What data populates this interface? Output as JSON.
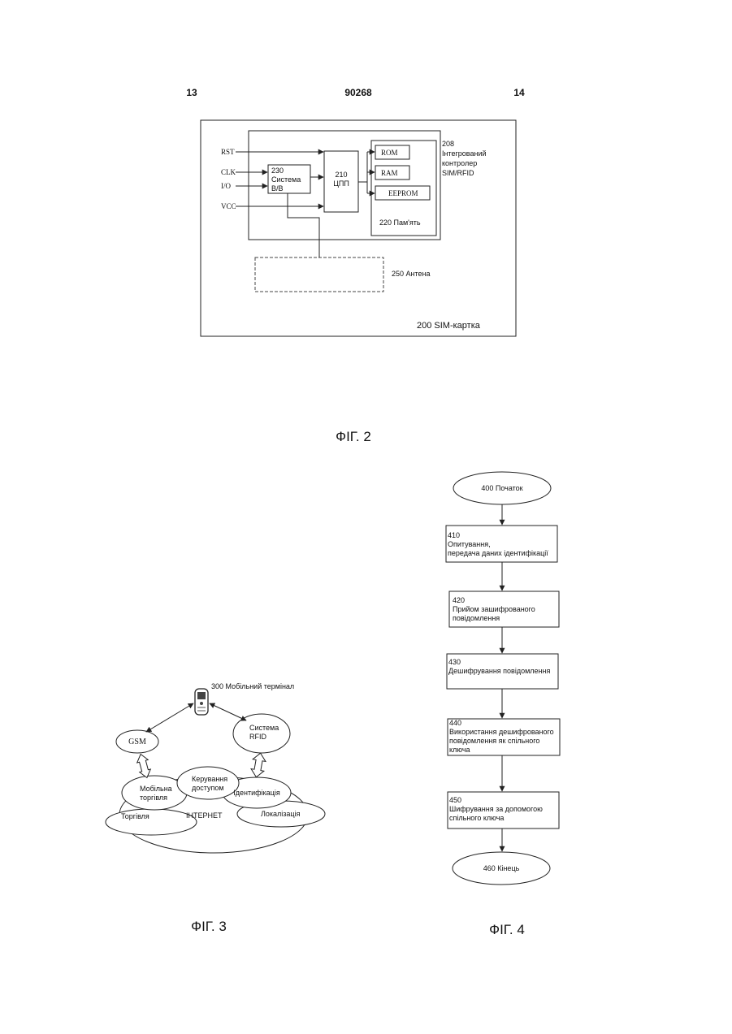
{
  "header": {
    "page_left": "13",
    "patent_number": "90268",
    "page_right": "14"
  },
  "fig2": {
    "caption": "ФІГ. 2",
    "signals": {
      "rst": "RST",
      "clk": "CLK",
      "io": "I/O",
      "vcc": "VCC"
    },
    "io_block": {
      "line1": "230",
      "line2": "Система",
      "line3": "В/В"
    },
    "cpu_block": {
      "line1": "210",
      "line2": "ЦПП"
    },
    "memory": {
      "rom": "ROM",
      "ram": "RAM",
      "eeprom": "EEPROM",
      "label": "220 Пам'ять"
    },
    "controller": {
      "line1": "208",
      "line2": "Інтегрований",
      "line3": "контролер",
      "line4": "SIM/RFID"
    },
    "antenna": "250 Антена",
    "card": "200 SIM-картка"
  },
  "fig3": {
    "caption": "ФІГ. 3",
    "terminal": "300 Мобільний термінал",
    "gsm": "GSM",
    "rfid": {
      "line1": "Система",
      "line2": "RFID"
    },
    "mcommerce": {
      "line1": "Мобільна",
      "line2": "торгівля"
    },
    "access": {
      "line1": "Керування",
      "line2": "доступом"
    },
    "identification": "Ідентифікація",
    "trade": "Торгівля",
    "internet": "ІНТЕРНЕТ",
    "localization": "Локалізація"
  },
  "fig4": {
    "caption": "ФІГ. 4",
    "start": "400 Початок",
    "step410": {
      "num": "410",
      "line1": "Опитування,",
      "line2": "передача даних ідентифікації"
    },
    "step420": {
      "num": "420",
      "line1": "Прийом зашифрованого",
      "line2": "повідомлення"
    },
    "step430": {
      "num": "430",
      "line1": "Дешифрування повідомлення"
    },
    "step440": {
      "num": "440",
      "line1": "Використання дешифрованого",
      "line2": "повідомлення як спільного",
      "line3": "ключа"
    },
    "step450": {
      "num": "450",
      "line1": "Шифрування за допомогою",
      "line2": "спільного ключа"
    },
    "end": "460 Кінець"
  }
}
